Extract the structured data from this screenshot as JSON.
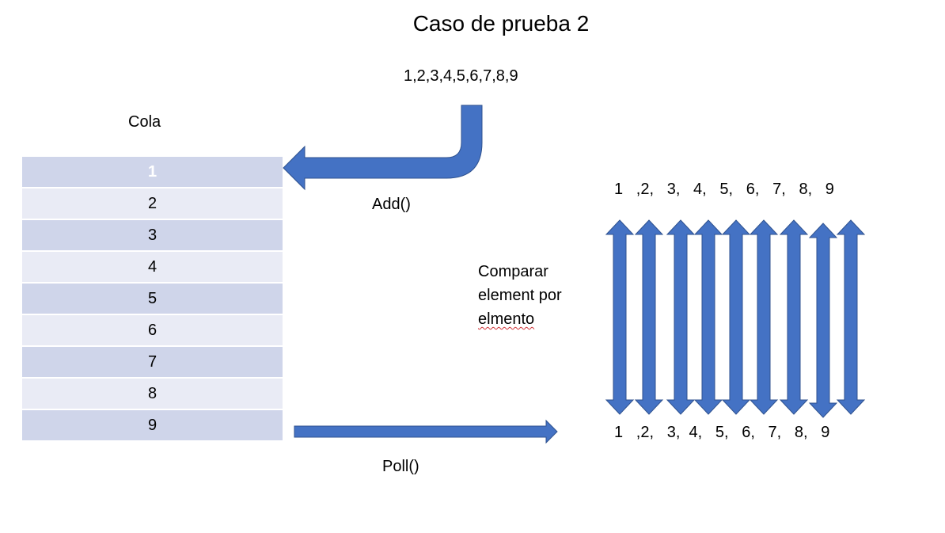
{
  "title": "Caso de prueba 2",
  "input_sequence": "1,2,3,4,5,6,7,8,9",
  "queue": {
    "label": "Cola",
    "items": [
      "1",
      "2",
      "3",
      "4",
      "5",
      "6",
      "7",
      "8",
      "9"
    ]
  },
  "add_label": "Add()",
  "poll_label": "Poll()",
  "compare_text": {
    "line1": "Comparar",
    "line2": "element por",
    "line3": "elmento"
  },
  "top_sequence": "1   ,2,   3,   4,   5,   6,   7,   8,   9",
  "bottom_sequence": "1   ,2,   3,  4,   5,   6,   7,   8,   9",
  "colors": {
    "arrow": "#4472c4",
    "row_dark": "#cfd5ea",
    "row_light": "#e9ebf5"
  },
  "compare_arrows_count": 9
}
